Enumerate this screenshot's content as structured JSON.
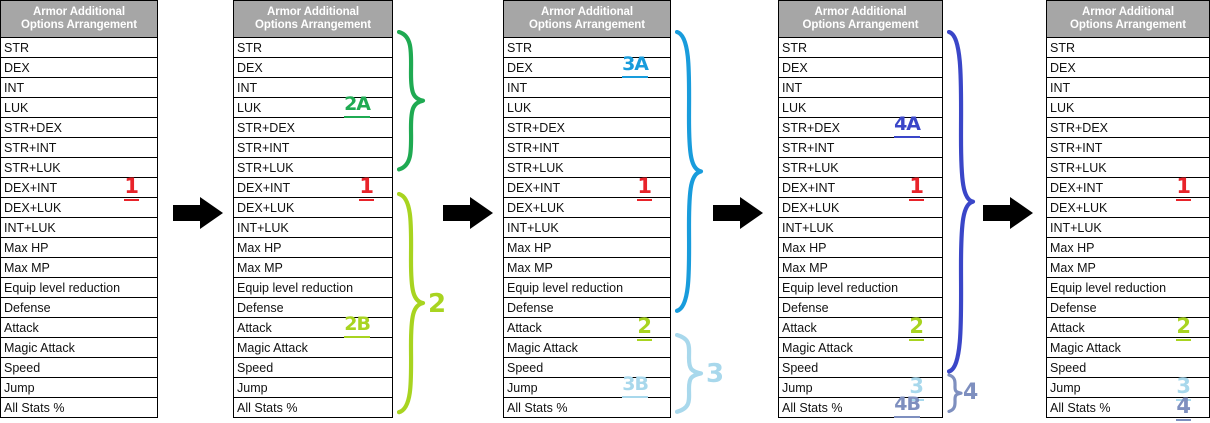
{
  "header": {
    "line1": "Armor Additional",
    "line2": "Options Arrangement",
    "bg_color": "#a6a6a6",
    "text_color": "#ffffff"
  },
  "rows": [
    "STR",
    "DEX",
    "INT",
    "LUK",
    "STR+DEX",
    "STR+INT",
    "STR+LUK",
    "DEX+INT",
    "DEX+LUK",
    "INT+LUK",
    "Max HP",
    "Max MP",
    "Equip level reduction",
    "Defense",
    "Attack",
    "Magic Attack",
    "Speed",
    "Jump",
    "All Stats %"
  ],
  "colors": {
    "step1_red": "#e8232a",
    "step2_green": "#1faa52",
    "step2_yellowgreen": "#a8d420",
    "step3_blue": "#189cdc",
    "step3_lightblue": "#a8d8ec",
    "step4_darkblue": "#3a46c8",
    "step4_greyblue": "#7e8fbf",
    "arrow_black": "#000000",
    "border": "#000000"
  },
  "panels": [
    {
      "id": "panel-1",
      "index": 1,
      "strikes": [
        {
          "row": "DEX+INT",
          "color": "#e8232a"
        }
      ],
      "cell_notes": [
        {
          "row": "DEX+INT",
          "text": "1",
          "color": "#e8232a"
        }
      ],
      "braces": [],
      "brace_labels": []
    },
    {
      "id": "panel-2",
      "index": 2,
      "strikes": [
        {
          "row": "DEX+INT",
          "color": "#e8232a"
        }
      ],
      "cell_notes": [
        {
          "row": "DEX+INT",
          "text": "1",
          "color": "#e8232a"
        },
        {
          "row": "LUK",
          "text": "2A",
          "color": "#1faa52"
        },
        {
          "row": "Attack",
          "text": "2B",
          "color": "#a8d420"
        }
      ],
      "braces": [
        {
          "name": "brace-2a",
          "color": "#1faa52",
          "from_row": "STR",
          "to_row": "STR+LUK"
        },
        {
          "name": "brace-2b",
          "color": "#a8d420",
          "from_row": "DEX+LUK",
          "to_row": "All Stats %"
        }
      ],
      "brace_labels": [
        {
          "text": "2",
          "color": "#a8d420",
          "for": "brace-2b"
        }
      ]
    },
    {
      "id": "panel-3",
      "index": 3,
      "strikes": [
        {
          "row": "DEX+INT",
          "color": "#e8232a"
        },
        {
          "row": "Attack",
          "color": "#a8d420"
        }
      ],
      "cell_notes": [
        {
          "row": "DEX+INT",
          "text": "1",
          "color": "#e8232a"
        },
        {
          "row": "Attack",
          "text": "2",
          "color": "#a8d420"
        },
        {
          "row": "DEX",
          "text": "3A",
          "color": "#189cdc"
        },
        {
          "row": "Jump",
          "text": "3B",
          "color": "#a8d8ec"
        }
      ],
      "braces": [
        {
          "name": "brace-3a",
          "color": "#189cdc",
          "from_row": "STR",
          "to_row": "Defense"
        },
        {
          "name": "brace-3b",
          "color": "#a8d8ec",
          "from_row": "Magic Attack",
          "to_row": "All Stats %"
        }
      ],
      "brace_labels": [
        {
          "text": "3",
          "color": "#a8d8ec",
          "for": "brace-3b"
        }
      ]
    },
    {
      "id": "panel-4",
      "index": 4,
      "strikes": [
        {
          "row": "DEX+INT",
          "color": "#e8232a"
        },
        {
          "row": "Attack",
          "color": "#a8d420"
        },
        {
          "row": "Jump",
          "color": "#a8d8ec"
        }
      ],
      "cell_notes": [
        {
          "row": "DEX+INT",
          "text": "1",
          "color": "#e8232a"
        },
        {
          "row": "Attack",
          "text": "2",
          "color": "#a8d420"
        },
        {
          "row": "Jump",
          "text": "3",
          "color": "#a8d8ec"
        },
        {
          "row": "STR+DEX",
          "text": "4A",
          "color": "#3a46c8"
        },
        {
          "row": "All Stats %",
          "text": "4B",
          "color": "#7e8fbf"
        }
      ],
      "braces": [
        {
          "name": "brace-4a",
          "color": "#3a46c8",
          "from_row": "STR",
          "to_row": "Speed"
        },
        {
          "name": "brace-4b",
          "color": "#7e8fbf",
          "from_row": "Jump",
          "to_row": "All Stats %"
        }
      ],
      "brace_labels": [
        {
          "text": "4",
          "color": "#7e8fbf",
          "for": "brace-4b"
        }
      ]
    },
    {
      "id": "panel-5",
      "index": 5,
      "strikes": [
        {
          "row": "DEX+INT",
          "color": "#e8232a"
        },
        {
          "row": "Attack",
          "color": "#a8d420"
        },
        {
          "row": "Jump",
          "color": "#a8d8ec"
        },
        {
          "row": "All Stats %",
          "color": "#7e8fbf"
        }
      ],
      "cell_notes": [
        {
          "row": "DEX+INT",
          "text": "1",
          "color": "#e8232a"
        },
        {
          "row": "Attack",
          "text": "2",
          "color": "#a8d420"
        },
        {
          "row": "Jump",
          "text": "3",
          "color": "#a8d8ec"
        },
        {
          "row": "All Stats %",
          "text": "4",
          "color": "#7e8fbf"
        }
      ],
      "braces": [],
      "brace_labels": []
    }
  ],
  "arrows": [
    {
      "name": "arrow-1-to-2",
      "glyph": "right-arrow-icon"
    },
    {
      "name": "arrow-2-to-3",
      "glyph": "right-arrow-icon"
    },
    {
      "name": "arrow-3-to-4",
      "glyph": "right-arrow-icon"
    },
    {
      "name": "arrow-4-to-5",
      "glyph": "right-arrow-icon"
    }
  ]
}
